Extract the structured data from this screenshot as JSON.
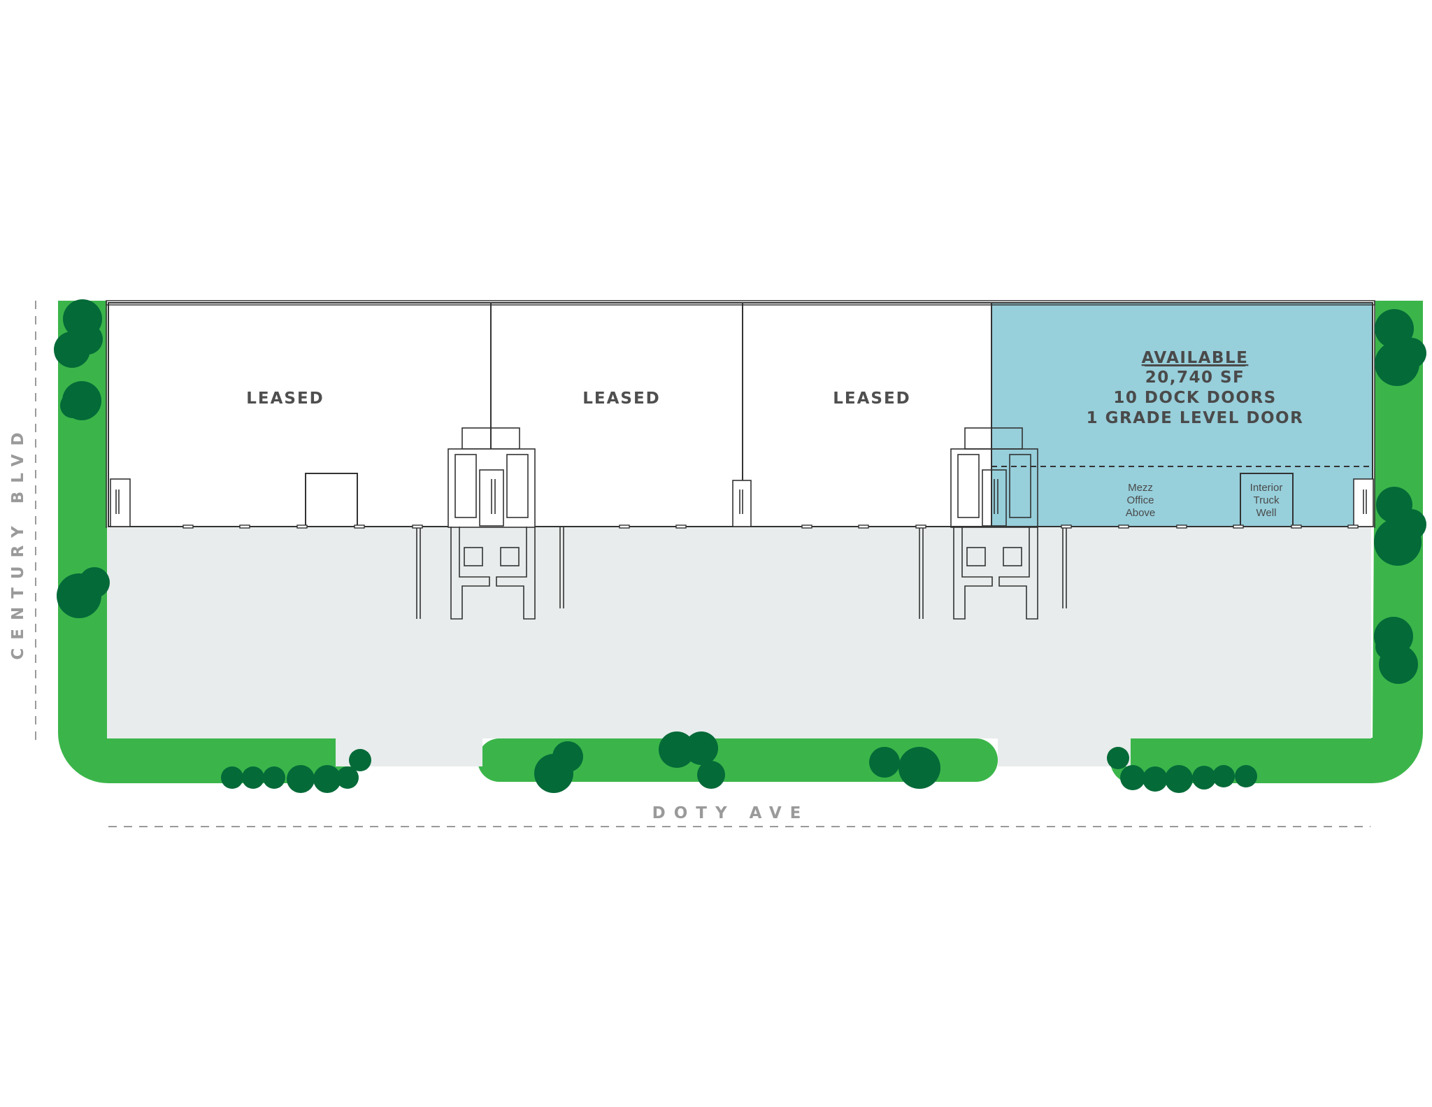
{
  "colors": {
    "landscape": "#3bb54a",
    "tree": "#046a38",
    "paving": "#e8ecec",
    "available": "#97cfdb",
    "walls": "#333333",
    "street_label": "#9a9a9a"
  },
  "units": [
    {
      "label": "LEASED",
      "status": "leased"
    },
    {
      "label": "LEASED",
      "status": "leased"
    },
    {
      "label": "LEASED",
      "status": "leased"
    },
    {
      "status": "available",
      "lines": [
        "AVAILABLE",
        "20,740 SF",
        "10 DOCK DOORS",
        "1 GRADE LEVEL DOOR"
      ]
    }
  ],
  "annotations": {
    "mezz": [
      "Mezz",
      "Office",
      "Above"
    ],
    "truck_well": [
      "Interior",
      "Truck",
      "Well"
    ]
  },
  "streets": {
    "south": "DOTY AVE",
    "west": "CENTURY BLVD"
  },
  "icons": [
    "tree-icon",
    "stair-icon",
    "dock-door-icon"
  ]
}
